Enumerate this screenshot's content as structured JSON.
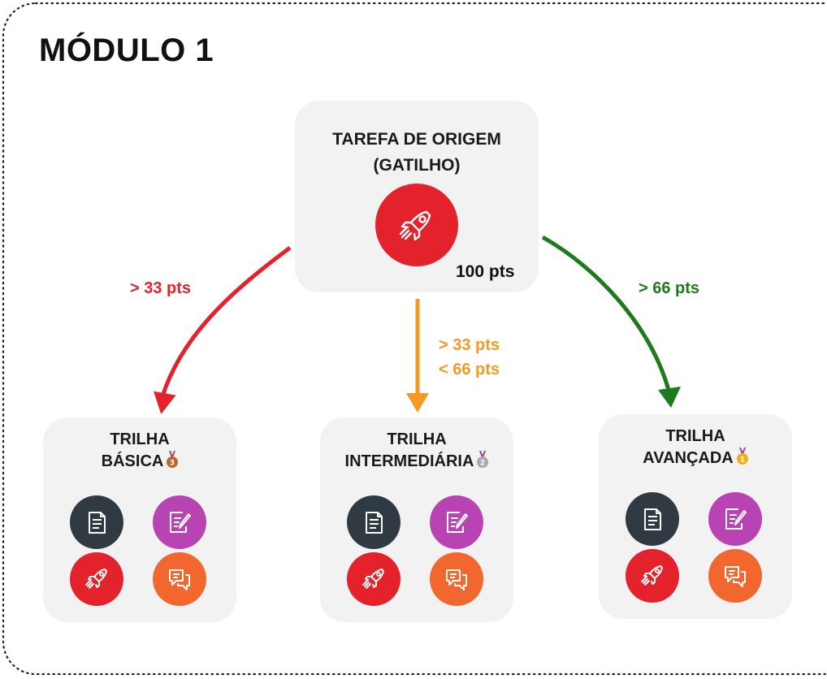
{
  "module": {
    "title": "MÓDULO 1"
  },
  "origin": {
    "title_line1": "TAREFA DE ORIGEM",
    "title_line2": "(GATILHO)",
    "points": "100 pts",
    "icon": "rocket-icon"
  },
  "transitions": {
    "basic": "> 33 pts",
    "intermediate_line1": "> 33 pts",
    "intermediate_line2": "< 66 pts",
    "advanced": "> 66 pts"
  },
  "tracks": [
    {
      "title_line1": "TRILHA",
      "title_line2": "BÁSICA",
      "medal": "bronze-medal-icon",
      "medal_number": "3"
    },
    {
      "title_line1": "TRILHA",
      "title_line2": "INTERMEDIÁRIA",
      "medal": "silver-medal-icon",
      "medal_number": "2"
    },
    {
      "title_line1": "TRILHA",
      "title_line2": "AVANÇADA",
      "medal": "gold-medal-icon",
      "medal_number": "1"
    }
  ],
  "activity_icons": [
    "document-icon",
    "edit-document-icon",
    "rocket-icon",
    "chat-icon"
  ],
  "colors": {
    "red": "#e3222c",
    "orange": "#f39a26",
    "green": "#1d7a1d",
    "card": "#f2f2f3",
    "doc": "#2f3a43",
    "edit": "#b844b3",
    "chat": "#f2672e"
  }
}
